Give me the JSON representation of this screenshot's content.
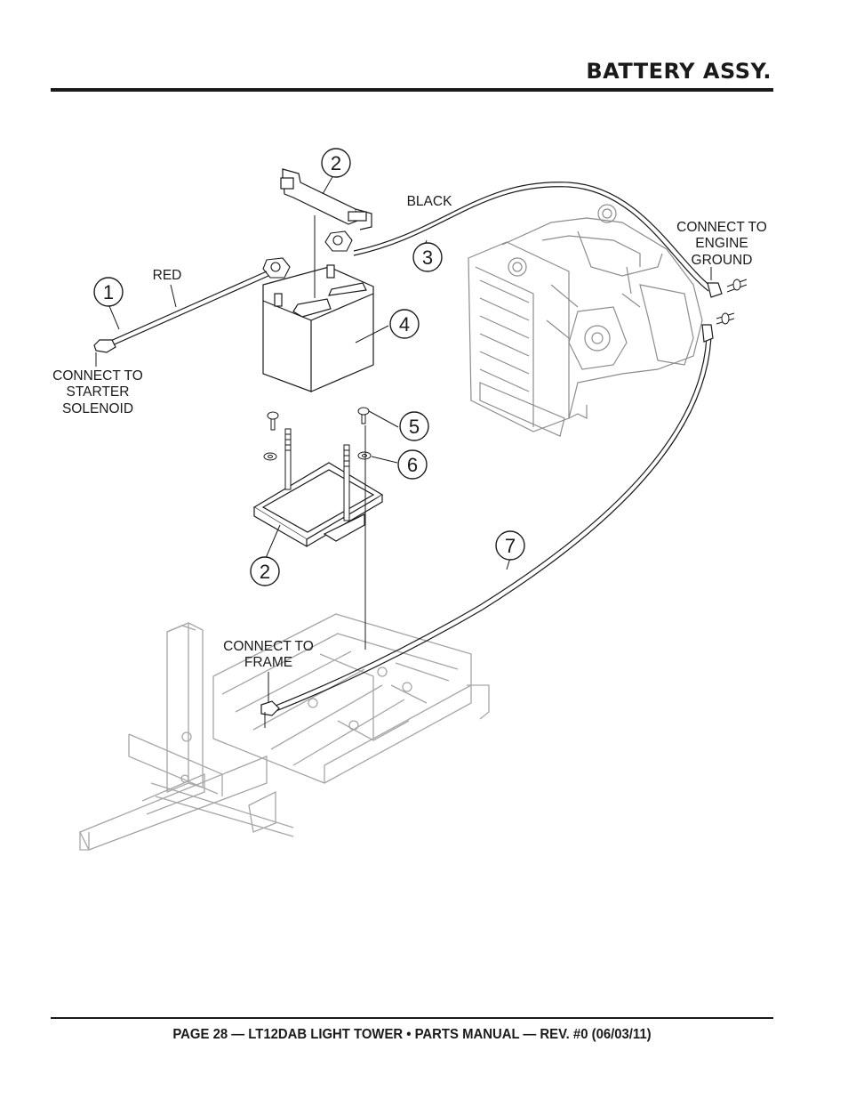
{
  "header": {
    "title": "BATTERY ASSY."
  },
  "footer": {
    "text": "PAGE 28 — LT12DAB LIGHT TOWER • PARTS MANUAL — REV. #0 (06/03/11)"
  },
  "diagram": {
    "callouts": [
      "1",
      "2",
      "3",
      "4",
      "5",
      "6",
      "2",
      "7"
    ],
    "labels": {
      "red": "RED",
      "black": "BLACK",
      "starter": [
        "CONNECT TO",
        "STARTER",
        "SOLENOID"
      ],
      "engine": [
        "CONNECT TO",
        "ENGINE",
        "GROUND"
      ],
      "frame": [
        "CONNECT TO",
        "FRAME"
      ]
    }
  }
}
